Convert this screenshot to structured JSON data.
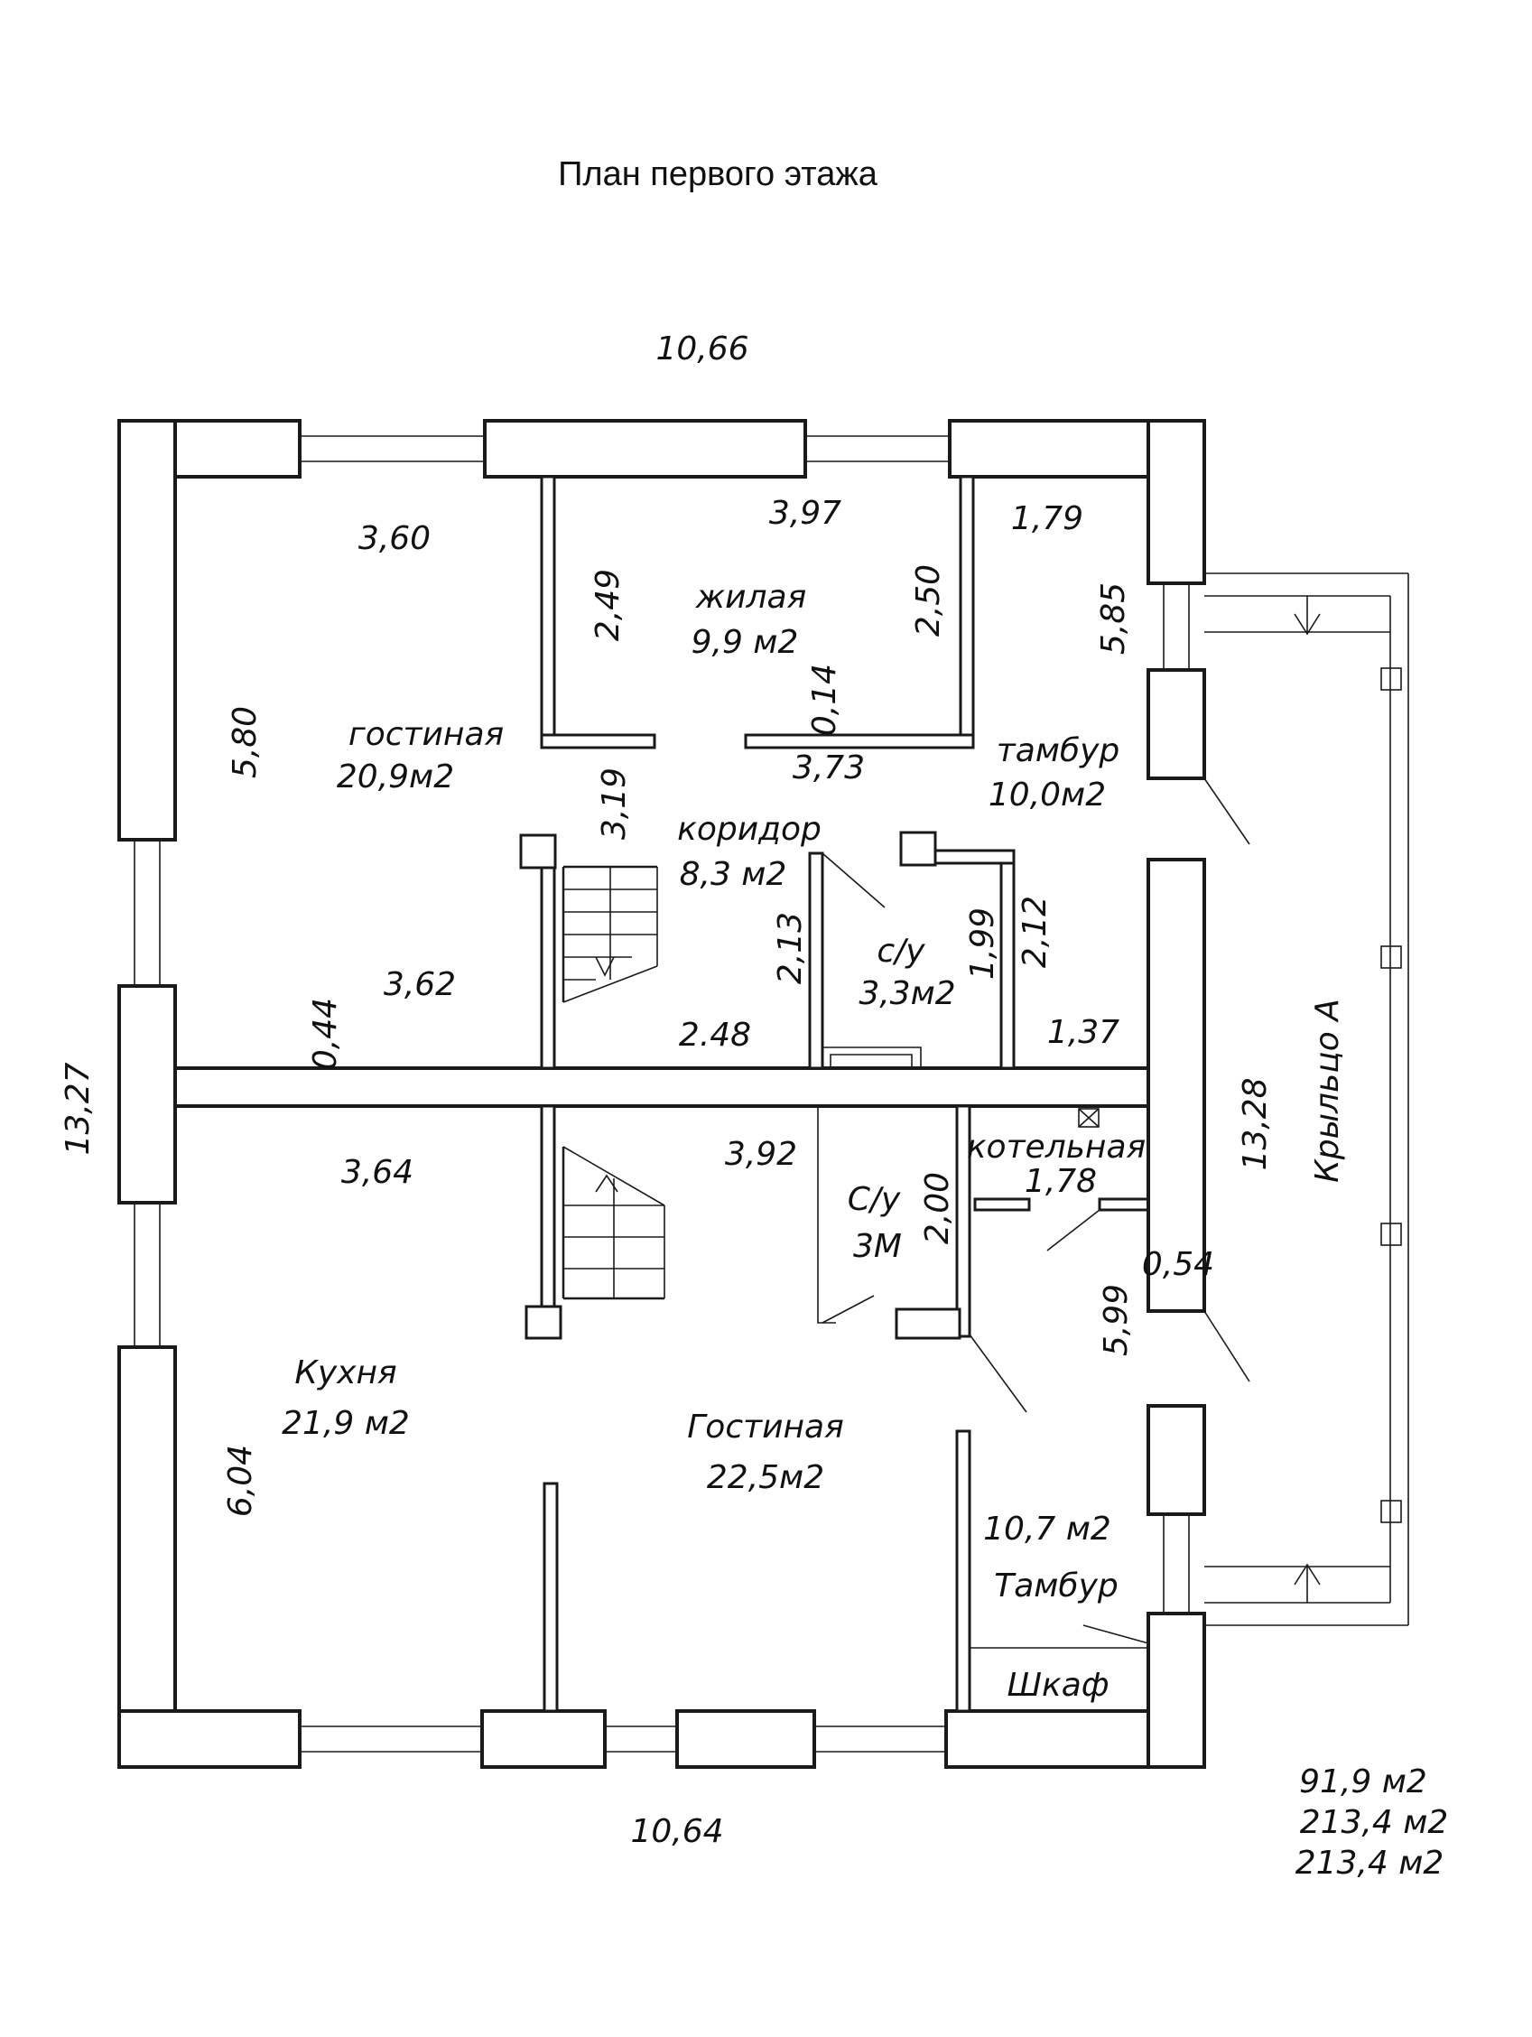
{
  "title": "План первого этажа",
  "dims": {
    "top_total": "10,66",
    "bottom_total": "10,64",
    "left_total": "13,27",
    "right_total": "13,28",
    "d_360": "3,60",
    "d_397": "3,97",
    "d_179": "1,79",
    "d_249": "2,49",
    "d_250": "2,50",
    "d_585": "5,85",
    "d_580": "5,80",
    "d_014": "0,14",
    "d_373": "3,73",
    "d_319": "3,19",
    "d_213": "2,13",
    "d_199": "1,99",
    "d_212": "2,12",
    "d_362": "3,62",
    "d_044": "0,44",
    "d_248": "2.48",
    "d_137": "1,37",
    "d_364": "3,64",
    "d_392": "3,92",
    "d_200": "2,00",
    "d_178": "1,78",
    "d_054": "0,54",
    "d_599": "5,99",
    "d_604": "6,04"
  },
  "rooms": {
    "living_name": "жилая",
    "living_area": "9,9  м2",
    "lounge_name": "гостиная",
    "lounge_area": "20,9м2",
    "vestibule_name": "тамбур",
    "vestibule_area": "10,0м2",
    "corridor_name": "коридор",
    "corridor_area": "8,3  м2",
    "wc1_name": "с/у",
    "wc1_area": "3,3м2",
    "boiler_name": "котельная",
    "wc2_name": "С/у",
    "wc2_area": "3М",
    "kitchen_name": "Кухня",
    "kitchen_area": "21,9 м2",
    "lounge2_name": "Гостиная",
    "lounge2_area": "22,5м2",
    "vestibule2_area": "10,7 м2",
    "vestibule2_name": "Тамбур",
    "closet_name": "Шкаф",
    "porch_name": "Крыльцо А"
  },
  "totals": [
    "91,9    м2",
    "213,4 м2",
    "213,4 м2"
  ]
}
